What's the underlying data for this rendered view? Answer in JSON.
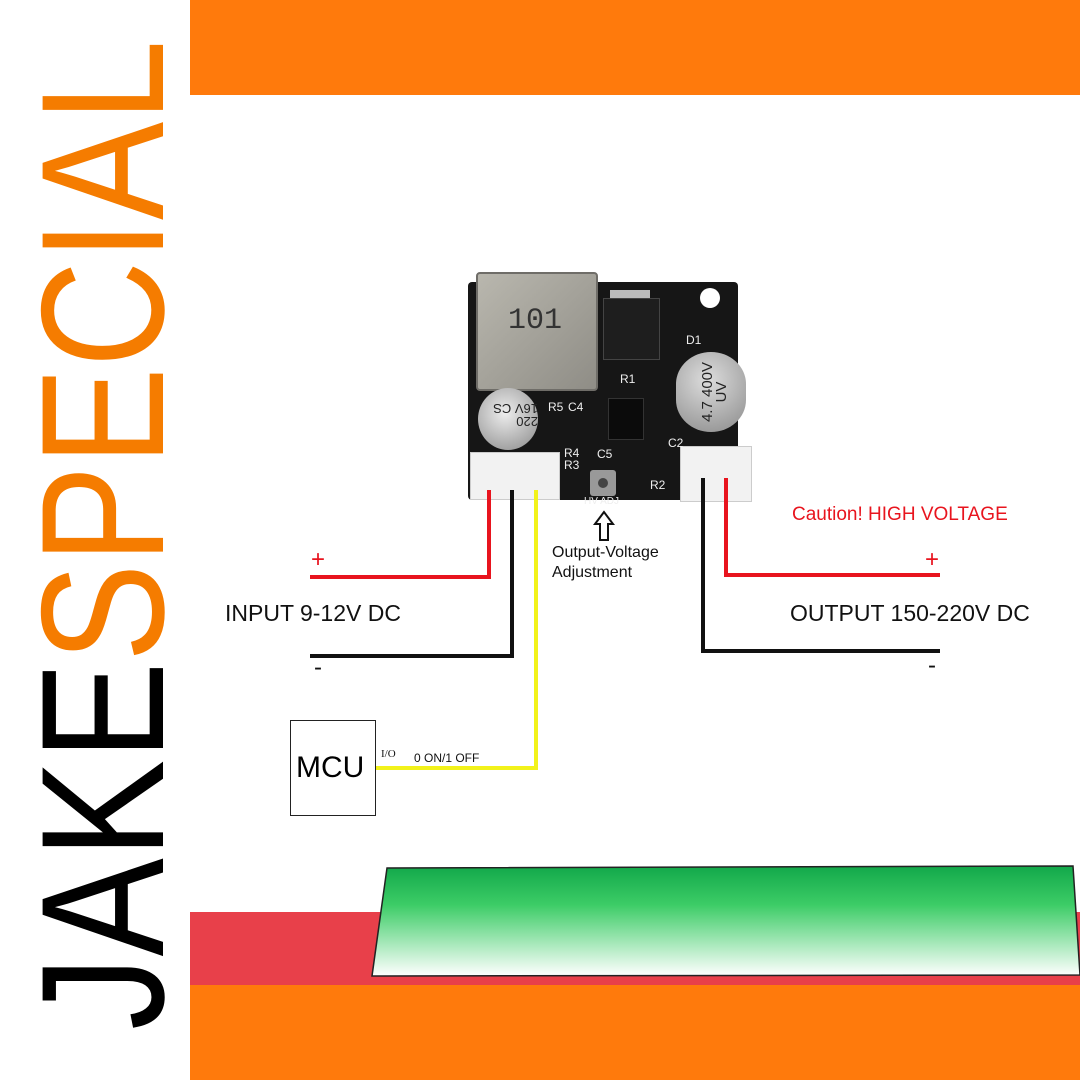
{
  "brand": {
    "part1": "JAKE",
    "part2": "SPECIAL",
    "part1_color": "#000000",
    "part2_color": "#f57c00"
  },
  "board": {
    "inductor_marking": "101",
    "big_cap_marking": "4.7 400V UV",
    "small_cap_marking": "220 16V CS",
    "silkscreen": [
      "R5",
      "C4",
      "R1",
      "D1",
      "C2",
      "R4",
      "R3",
      "C5",
      "R2",
      "HV ADJ"
    ]
  },
  "labels": {
    "input_plus": "+",
    "input_label": "INPUT 9-12V DC",
    "input_minus": "-",
    "caution": "Caution! HIGH VOLTAGE",
    "output_plus": "+",
    "output_label": "OUTPUT 150-220V DC",
    "output_minus": "-",
    "adjust_line1": "Output-Voltage",
    "adjust_line2": "Adjustment",
    "mcu": "MCU",
    "io": "I/O",
    "io_signal": "0 ON/1 OFF"
  },
  "colors": {
    "orange": "#ff7a0c",
    "red_wire": "#e8141e",
    "yellow_wire": "#f2f21a",
    "green": "#1db954",
    "red_band": "#e8404a"
  }
}
